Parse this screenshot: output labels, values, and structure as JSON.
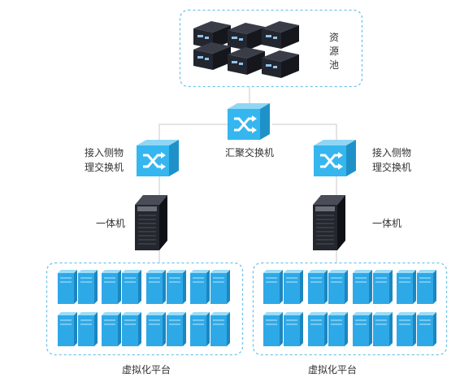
{
  "resource_pool": {
    "label": "资源池"
  },
  "core_switch": {
    "label": "汇聚交换机",
    "icon": "switch-icon"
  },
  "left_branch": {
    "access_switch": {
      "line1": "接入侧物",
      "line2": "理交换机",
      "icon": "switch-icon"
    },
    "server": {
      "label": "一体机",
      "icon": "tower-server-icon"
    },
    "platform": {
      "label": "虚拟化平台",
      "icon": "virtual-machine-icon"
    }
  },
  "right_branch": {
    "access_switch": {
      "line1": "接入侧物",
      "line2": "理交换机",
      "icon": "switch-icon"
    },
    "server": {
      "label": "一体机",
      "icon": "tower-server-icon"
    },
    "platform": {
      "label": "虚拟化平台",
      "icon": "virtual-machine-icon"
    }
  },
  "colors": {
    "dashed_border": "#6cc4ea",
    "switch_face": "#33b4ec",
    "vm_face": "#2aa7e6",
    "server_dark": "#1b1d24",
    "line": "#c8c8c8"
  }
}
